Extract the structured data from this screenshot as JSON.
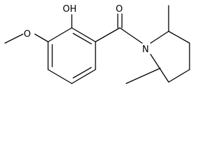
{
  "molecule": {
    "atoms": {
      "hydroxyl": "OH",
      "methoxy_oxygen": "O",
      "carbonyl_oxygen": "O",
      "piperidine_nitrogen": "N"
    },
    "colors": {
      "bond": "#000000",
      "label": "#000000",
      "background": "#ffffff"
    }
  }
}
